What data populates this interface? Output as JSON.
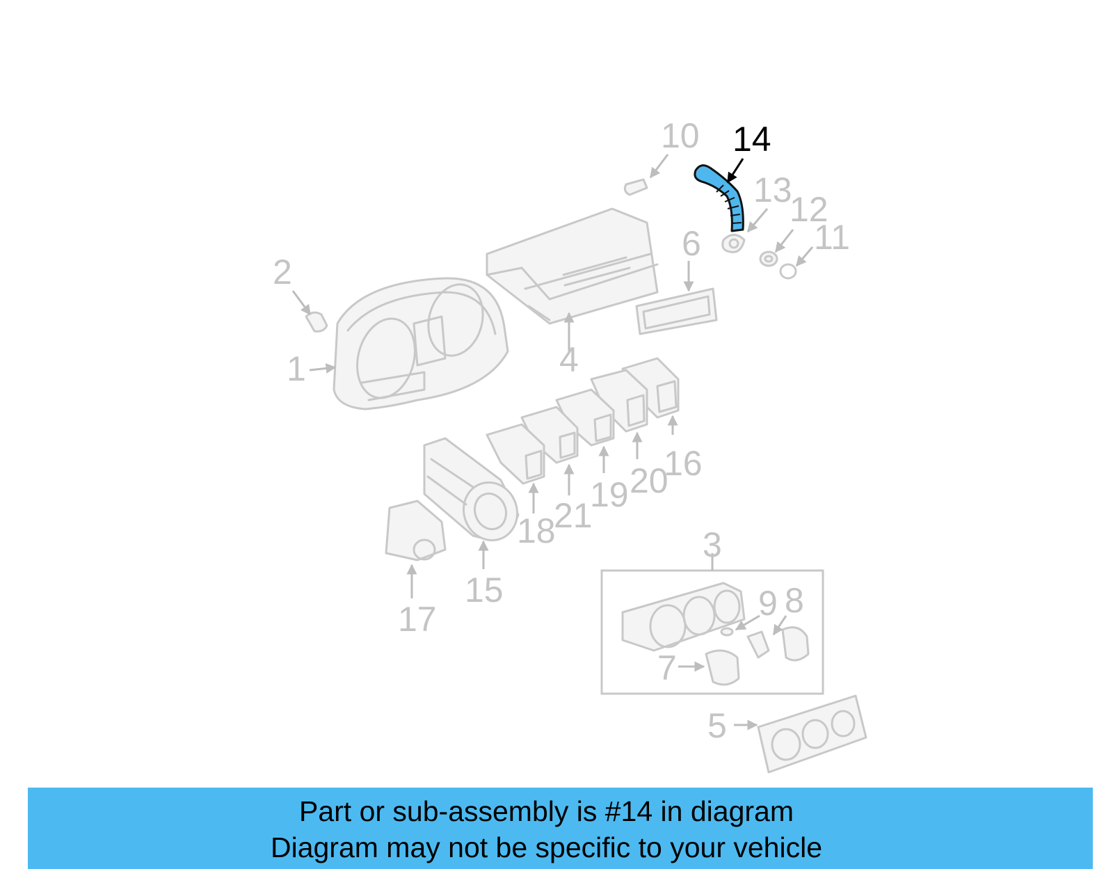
{
  "diagram": {
    "highlight_callout": "14",
    "callouts": {
      "c1": "1",
      "c2": "2",
      "c3": "3",
      "c4": "4",
      "c5": "5",
      "c6": "6",
      "c7": "7",
      "c8": "8",
      "c9": "9",
      "c10": "10",
      "c11": "11",
      "c12": "12",
      "c13": "13",
      "c15": "15",
      "c16": "16",
      "c17": "17",
      "c18": "18",
      "c19": "19",
      "c20": "20",
      "c21": "21"
    },
    "colors": {
      "part_line": "#c8c8c8",
      "highlight": "#4fb7ee",
      "banner": "#4cbaf1"
    }
  },
  "banner": {
    "line1": "Part or sub-assembly is #14 in diagram",
    "line2": "Diagram may not be specific to your vehicle"
  }
}
